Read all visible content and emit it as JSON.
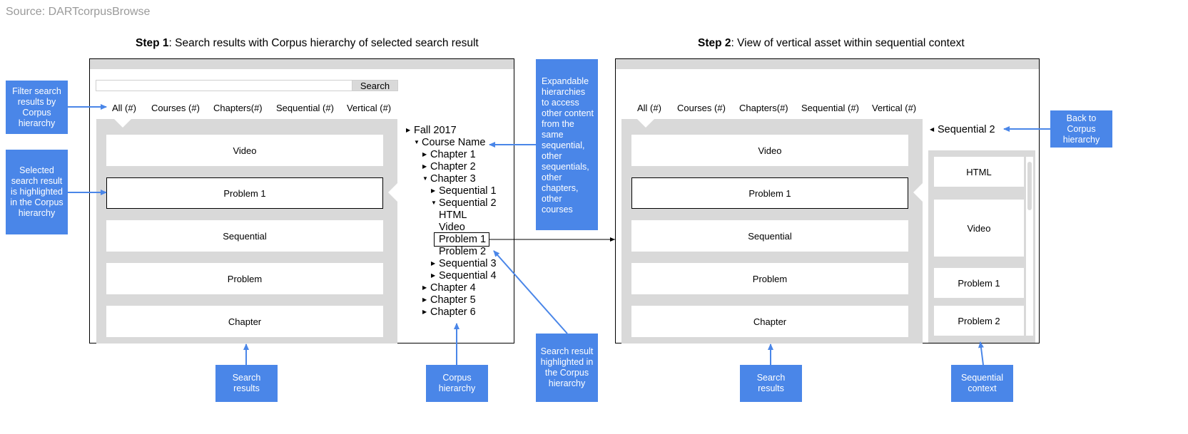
{
  "source": "Source: DARTcorpusBrowse",
  "step1": {
    "heading_bold": "Step 1",
    "heading_rest": ": Search results with Corpus hierarchy of selected search result",
    "search_button": "Search",
    "tabs": [
      "All (#)",
      "Courses (#)",
      "Chapters(#)",
      "Sequential (#)",
      "Vertical (#)"
    ],
    "results": [
      "Video",
      "Problem 1",
      "Sequential",
      "Problem",
      "Chapter"
    ],
    "selected_result": "Problem 1",
    "tree": [
      {
        "label": "Fall 2017",
        "state": "collapsed",
        "level": 0
      },
      {
        "label": "Course Name",
        "state": "expanded",
        "level": 1
      },
      {
        "label": "Chapter 1",
        "state": "collapsed",
        "level": 2
      },
      {
        "label": "Chapter 2",
        "state": "collapsed",
        "level": 2
      },
      {
        "label": "Chapter 3",
        "state": "expanded",
        "level": 2
      },
      {
        "label": "Sequential 1",
        "state": "collapsed",
        "level": 3
      },
      {
        "label": "Sequential 2",
        "state": "expanded",
        "level": 3
      },
      {
        "label": "HTML",
        "state": "leaf",
        "level": 4
      },
      {
        "label": "Video",
        "state": "leaf",
        "level": 4
      },
      {
        "label": "Problem 1",
        "state": "leaf-selected",
        "level": 4
      },
      {
        "label": "Problem 2",
        "state": "leaf",
        "level": 4
      },
      {
        "label": "Sequential 3",
        "state": "collapsed",
        "level": 3
      },
      {
        "label": "Sequential 4",
        "state": "collapsed",
        "level": 3
      },
      {
        "label": "Chapter 4",
        "state": "collapsed",
        "level": 2
      },
      {
        "label": "Chapter 5",
        "state": "collapsed",
        "level": 2
      },
      {
        "label": "Chapter 6",
        "state": "collapsed",
        "level": 2
      }
    ]
  },
  "step2": {
    "heading_bold": "Step 2",
    "heading_rest": ": View of vertical asset within sequential context",
    "tabs": [
      "All (#)",
      "Courses (#)",
      "Chapters(#)",
      "Sequential (#)",
      "Vertical (#)"
    ],
    "results": [
      "Video",
      "Problem 1",
      "Sequential",
      "Problem",
      "Chapter"
    ],
    "selected_result": "Problem 1",
    "back_label": "Sequential 2",
    "sequential_items": [
      "HTML",
      "Video",
      "Problem 1",
      "Problem 2"
    ]
  },
  "callouts": {
    "filter": "Filter search results by Corpus hierarchy",
    "selected": "Selected search result is highlighted in the Corpus hierarchy",
    "expandable": "Expandable hierarchies to access other content from the same sequential, other sequentials, other chapters, other courses",
    "search_results_1": "Search results",
    "corpus_hierarchy": "Corpus hierarchy",
    "search_result_highlighted": "Search result highlighted in the Corpus hierarchy",
    "search_results_2": "Search results",
    "sequential_context": "Sequential context",
    "back_to_corpus": "Back to Corpus hierarchy"
  },
  "colors": {
    "callout": "#4a86e8",
    "panel_gray": "#d9d9d9",
    "source_text": "#9a9a9a"
  }
}
